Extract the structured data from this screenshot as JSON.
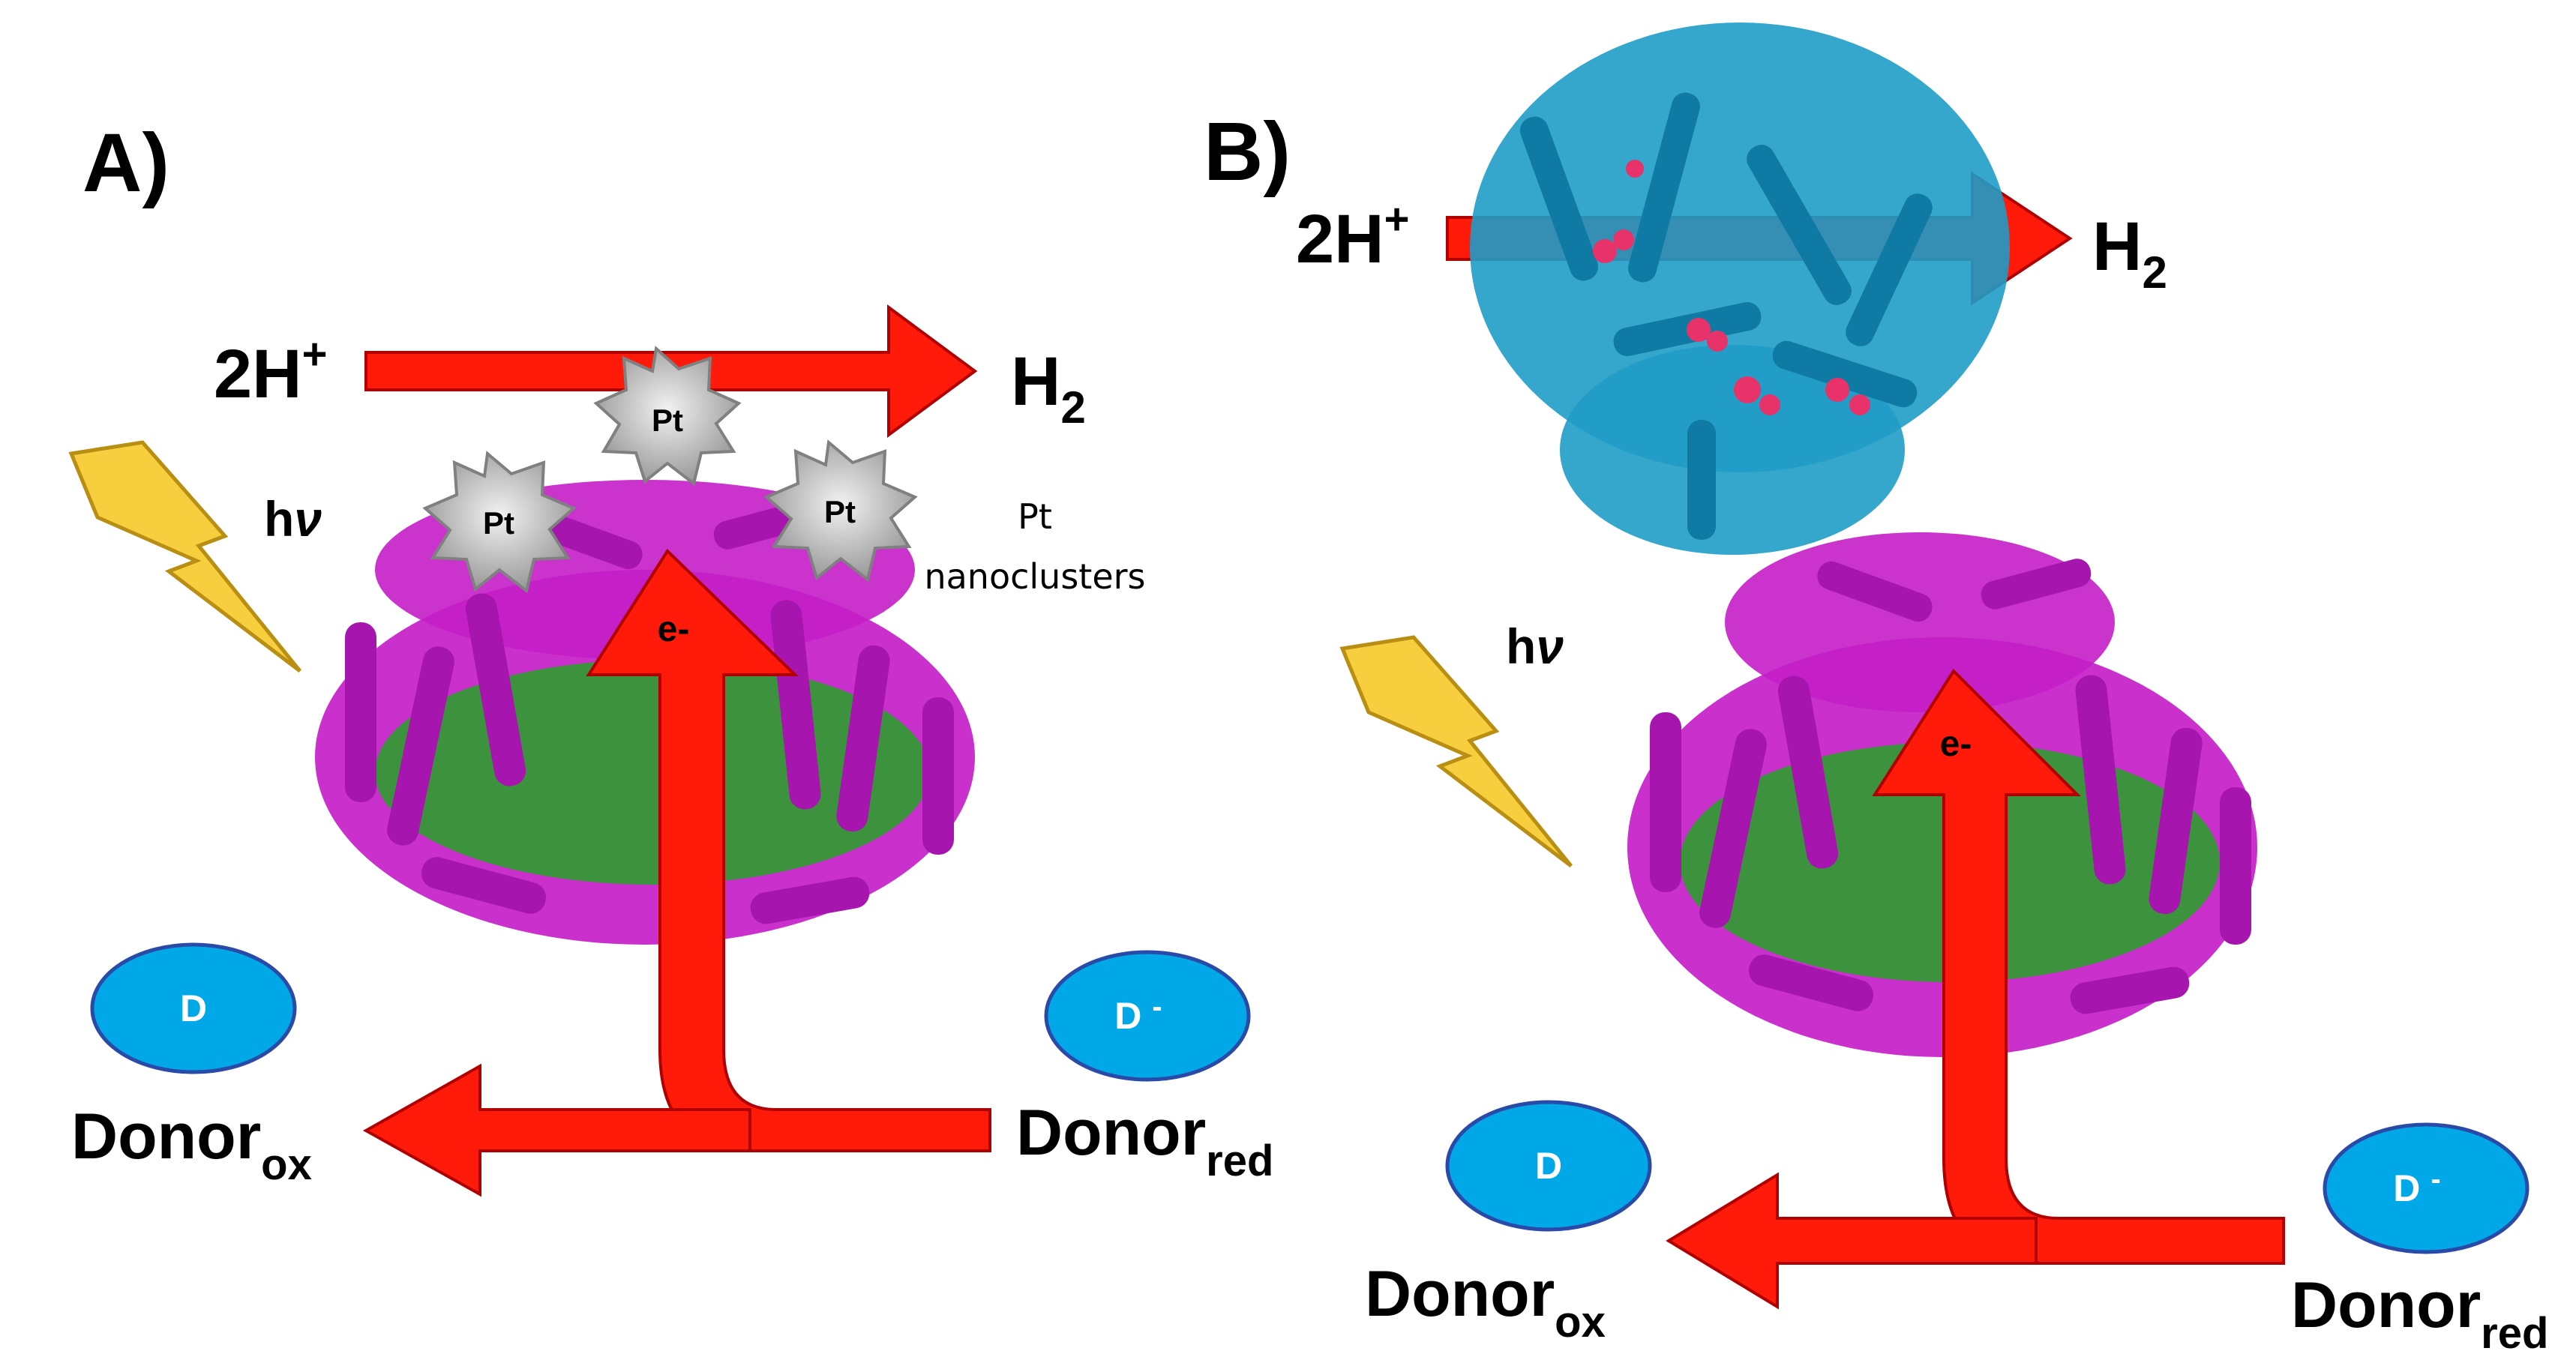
{
  "panel_a": {
    "label": "A)",
    "protons": "2H",
    "protons_charge": "+",
    "product_main": "H",
    "product_sub": "2",
    "light_h": "h",
    "light_nu": "ν",
    "pt_labels": [
      "Pt",
      "Pt",
      "Pt"
    ],
    "pt_caption_line1": "Pt",
    "pt_caption_line2": "nanoclusters",
    "electron": "e-",
    "donor_ox_bubble": "D",
    "donor_red_bubble": "D",
    "donor_red_bubble_charge": "-",
    "donor_ox_main": "Donor",
    "donor_ox_sub": "ox",
    "donor_red_main": "Donor",
    "donor_red_sub": "red"
  },
  "panel_b": {
    "label": "B)",
    "protons": "2H",
    "protons_charge": "+",
    "product_main": "H",
    "product_sub": "2",
    "light_h": "h",
    "light_nu": "ν",
    "electron": "e-",
    "donor_ox_bubble": "D",
    "donor_red_bubble": "D",
    "donor_red_bubble_charge": "-",
    "donor_ox_main": "Donor",
    "donor_ox_sub": "ox",
    "donor_red_main": "Donor",
    "donor_red_sub": "red"
  },
  "colors": {
    "arrow": "#ff1a0a",
    "arrow_edge": "#b00000",
    "photosystem": "#c41ec8",
    "chlorophyll": "#1fa31f",
    "hydrogenase": "#1f9cc7",
    "lightning": "#f7cf3e",
    "pt_cluster": "#bdbdbd",
    "donor_bubble": "#00a8e8"
  }
}
